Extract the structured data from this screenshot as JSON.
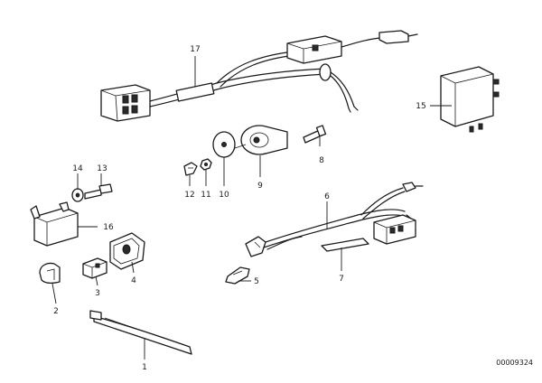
{
  "diagram": {
    "reference_number": "00009324",
    "callouts": {
      "p1": "1",
      "p2": "2",
      "p3": "3",
      "p4": "4",
      "p5": "5",
      "p6": "6",
      "p7": "7",
      "p8": "8",
      "p9": "9",
      "p10": "10",
      "p11": "11",
      "p12": "12",
      "p13": "13",
      "p14": "14",
      "p15": "15",
      "p16": "16",
      "p17": "17"
    },
    "colors": {
      "line": "#1a1a1a",
      "background": "#ffffff"
    }
  }
}
